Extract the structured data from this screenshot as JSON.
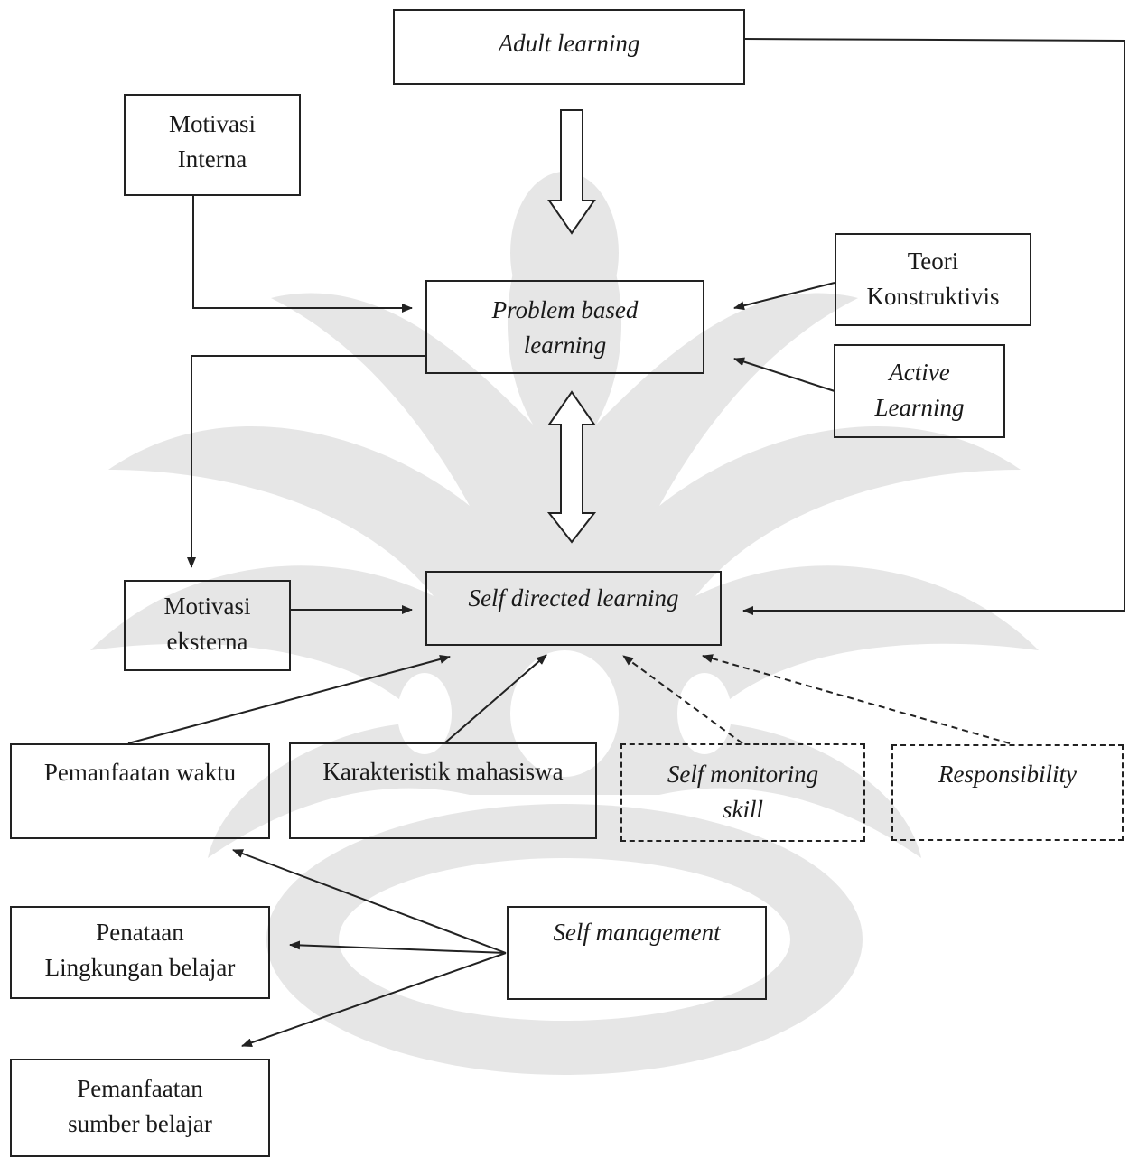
{
  "nodes": {
    "adult_learning": {
      "lines": [
        "Adult learning"
      ]
    },
    "motivasi_interna": {
      "lines": [
        "Motivasi",
        "Interna"
      ]
    },
    "problem_based_learning": {
      "lines": [
        "Problem based",
        "learning"
      ]
    },
    "teori_konstruktivis": {
      "lines": [
        "Teori",
        "Konstruktivis"
      ]
    },
    "active_learning": {
      "lines": [
        "Active",
        "Learning"
      ]
    },
    "motivasi_eksterna": {
      "lines": [
        "Motivasi",
        "eksterna"
      ]
    },
    "self_directed_learning": {
      "lines": [
        "Self directed learning"
      ]
    },
    "pemanfaatan_waktu": {
      "lines": [
        "Pemanfaatan waktu"
      ]
    },
    "karakteristik_mahasiswa": {
      "lines": [
        "Karakteristik mahasiswa"
      ]
    },
    "self_monitoring_skill": {
      "lines": [
        "Self monitoring",
        "skill"
      ]
    },
    "responsibility": {
      "lines": [
        "Responsibility"
      ]
    },
    "penataan_lingkungan_belajar": {
      "lines": [
        "Penataan",
        "Lingkungan belajar"
      ]
    },
    "self_management": {
      "lines": [
        "Self management"
      ]
    },
    "pemanfaatan_sumber_belajar": {
      "lines": [
        "Pemanfaatan",
        "sumber belajar"
      ]
    }
  },
  "colors": {
    "line": "#222222",
    "watermark": "#c9c9c9"
  }
}
